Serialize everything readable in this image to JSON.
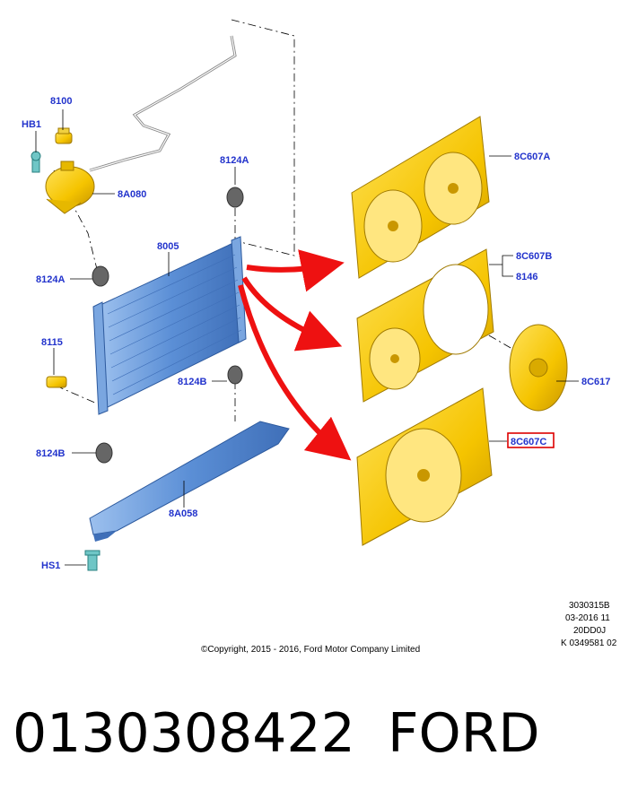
{
  "diagram": {
    "callouts": {
      "c8100": "8100",
      "hb1": "HB1",
      "c8a080": "8A080",
      "c8124a_top": "8124A",
      "c8005": "8005",
      "c8124a_left": "8124A",
      "c8115": "8115",
      "c8124b_mid": "8124B",
      "c8124b_left": "8124B",
      "c8a058": "8A058",
      "hs1": "HS1",
      "c8c607a": "8C607A",
      "c8c607b": "8C607B",
      "c8146": "8146",
      "c8c617": "8C617",
      "c8c607c": "8C607C"
    },
    "highlighted_callout": "8C607C",
    "reference": [
      "3030315B",
      "03-2016 11",
      "20DD0J",
      "K 0349581 02"
    ],
    "copyright": "©Copyright, 2015 - 2016, Ford Motor Company Limited"
  },
  "footer": {
    "part_number": "0130308422",
    "brand": "FORD"
  },
  "colors": {
    "callout": "#2233cc",
    "shroud": "#f5c400",
    "radiator": "#5b8fd6",
    "arrow": "#ee1111",
    "highlight_box": "#dd0000"
  }
}
